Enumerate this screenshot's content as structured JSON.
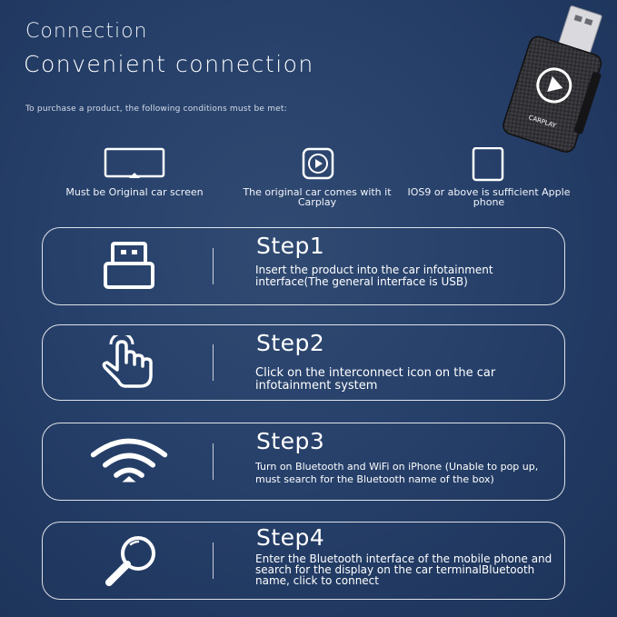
{
  "section_label": "Connection",
  "headline": "Convenient connection",
  "intro": "To purchase a product, the following conditions must be met:",
  "product": {
    "badge_text": "CARPLAY"
  },
  "conditions": [
    {
      "icon": "monitor-icon",
      "label": "Must be Original car screen"
    },
    {
      "icon": "carplay-icon",
      "label": "The original car comes with it Carplay"
    },
    {
      "icon": "phone-icon",
      "label": "IOS9 or above is sufficient Apple phone"
    }
  ],
  "steps": [
    {
      "icon": "usb-plug-icon",
      "title": "Step1",
      "desc": "Insert the product into the car infotainment interface(The general interface is USB)"
    },
    {
      "icon": "tap-hand-icon",
      "title": "Step2",
      "desc": "Click on the interconnect icon on the car infotainment system"
    },
    {
      "icon": "wifi-icon",
      "title": "Step3",
      "desc": "Turn on Bluetooth and WiFi on iPhone (Unable to pop up, must search for the Bluetooth name of the box)"
    },
    {
      "icon": "magnifier-icon",
      "title": "Step4",
      "desc": "Enter the Bluetooth interface of the mobile phone and search for the display on the car terminalBluetooth name, click to connect"
    }
  ]
}
